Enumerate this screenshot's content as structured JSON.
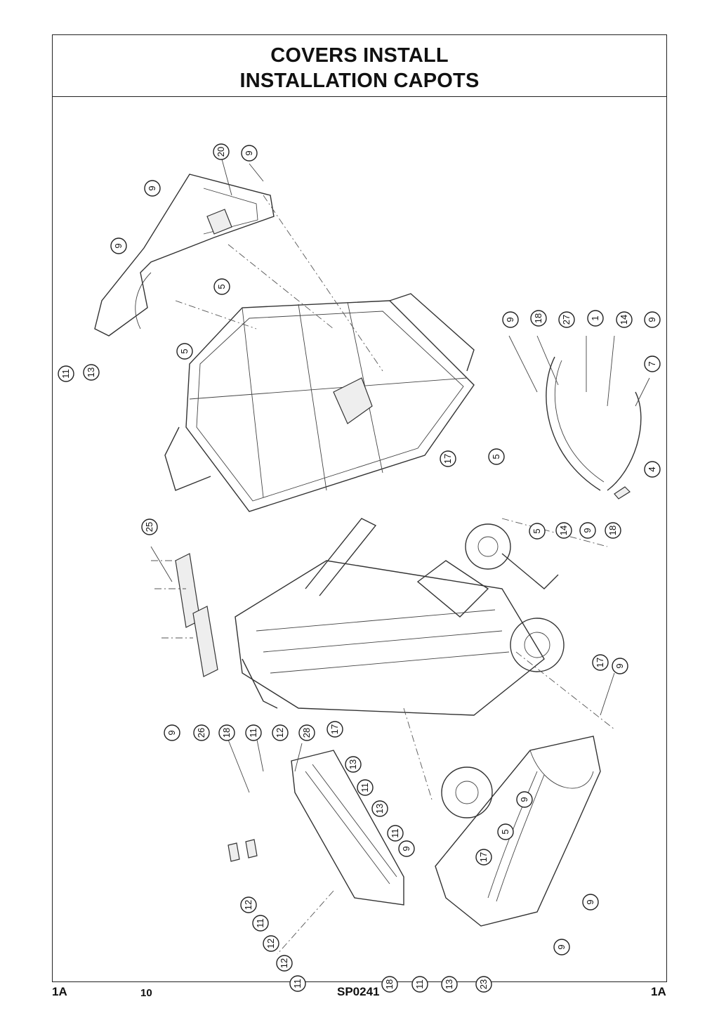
{
  "title": {
    "line1": "COVERS INSTALL",
    "line2": "INSTALLATION CAPOTS"
  },
  "footer": {
    "left_code": "1A",
    "page_number": "10",
    "document_code": "SP0241",
    "right_code": "1A"
  },
  "callouts": [
    "20",
    "9",
    "9",
    "9",
    "5",
    "5",
    "11",
    "13",
    "9",
    "18",
    "27",
    "1",
    "14",
    "9",
    "7",
    "4",
    "14",
    "9",
    "18",
    "17",
    "5",
    "5",
    "25",
    "9",
    "26",
    "17",
    "9",
    "18",
    "11",
    "12",
    "28",
    "17",
    "13",
    "11",
    "13",
    "11",
    "9",
    "5",
    "9",
    "17",
    "9",
    "12",
    "11",
    "12",
    "12",
    "11",
    "18",
    "11",
    "13",
    "23",
    "9"
  ]
}
